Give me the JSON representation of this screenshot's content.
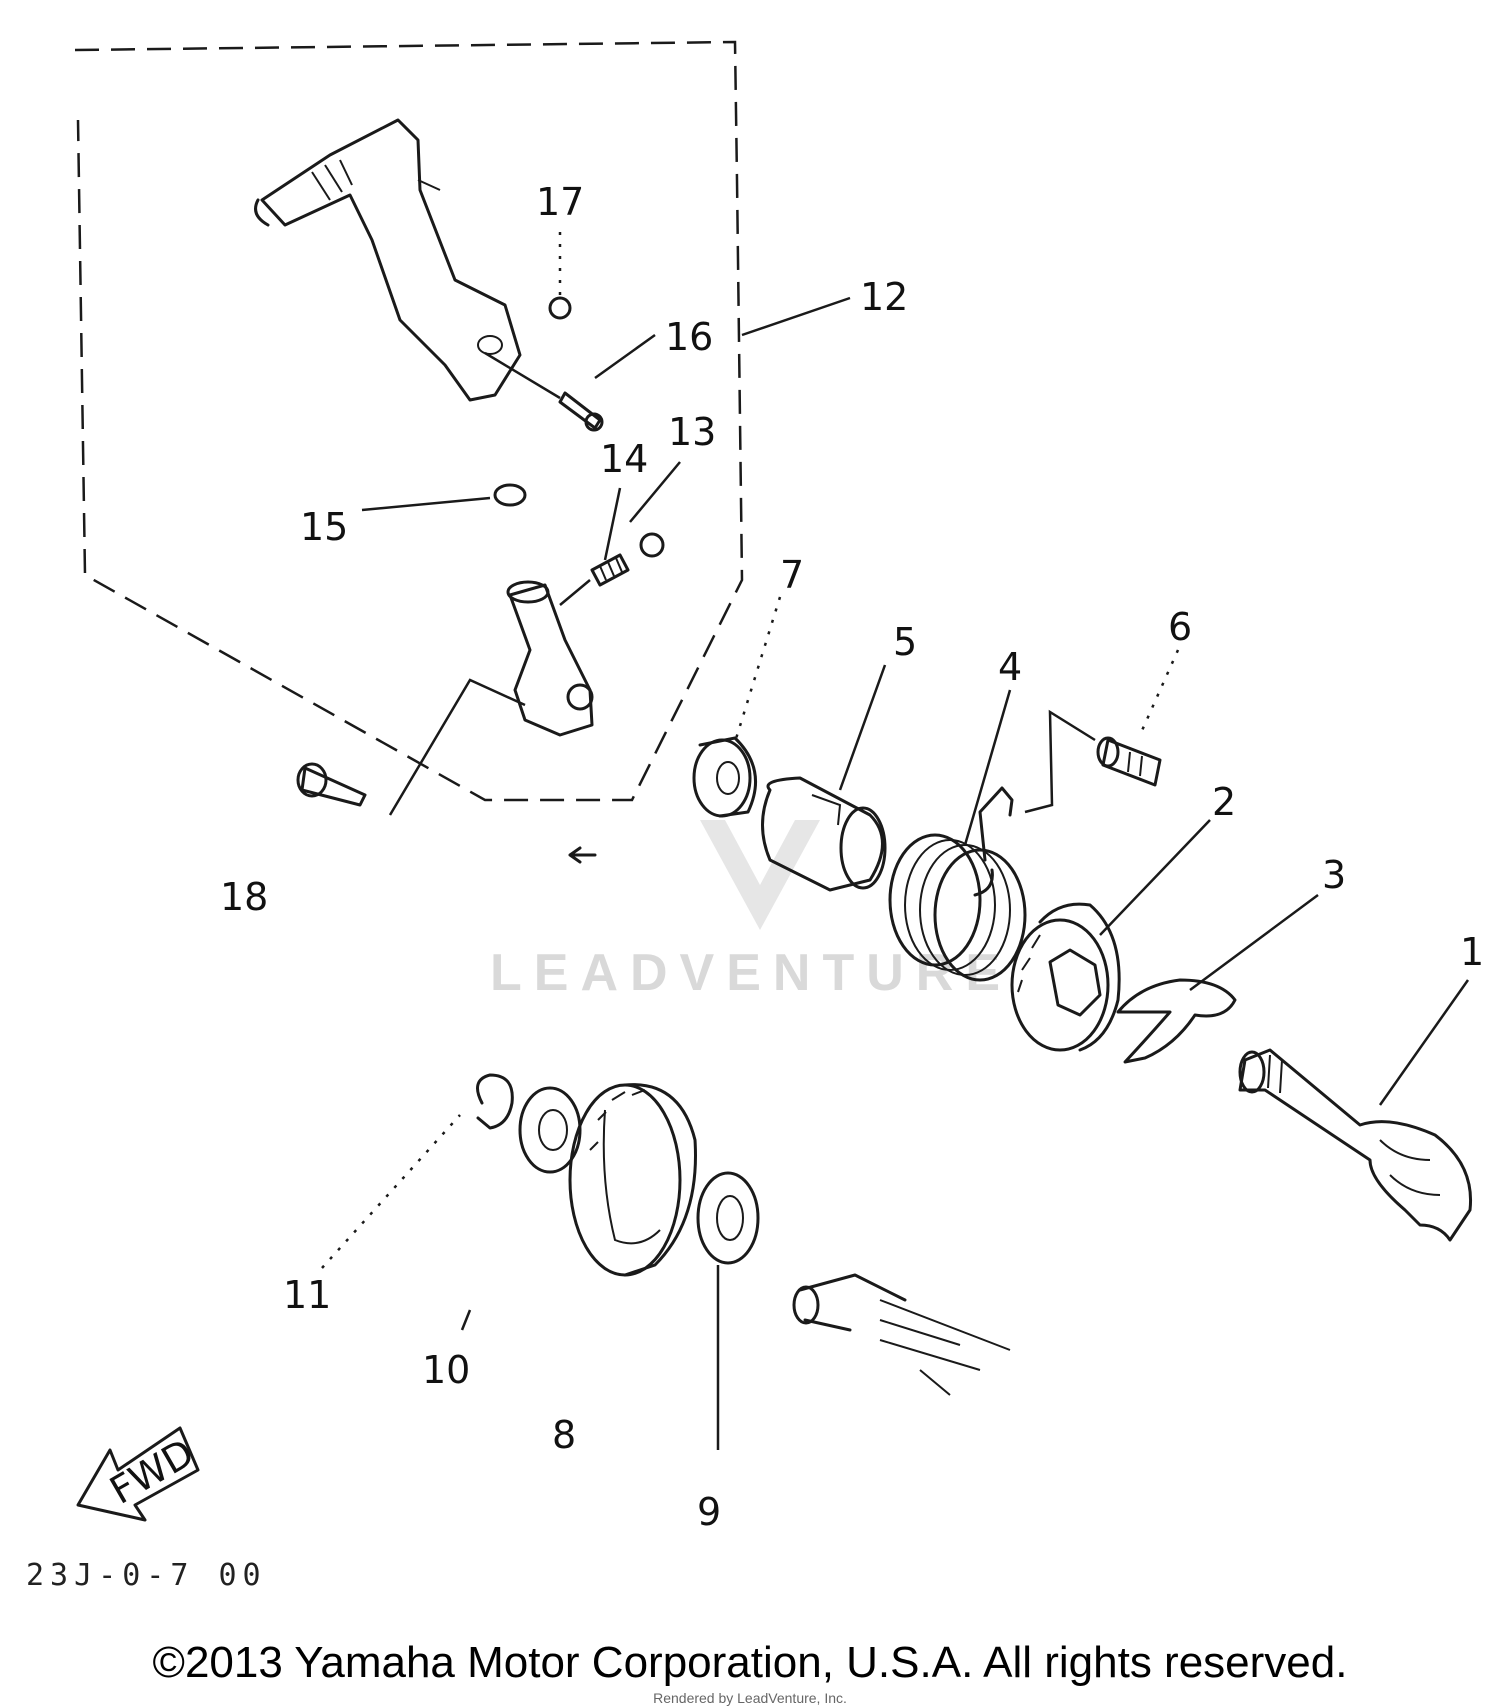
{
  "diagram": {
    "callouts": {
      "c1": "1",
      "c2": "2",
      "c3": "3",
      "c4": "4",
      "c5": "5",
      "c6": "6",
      "c7": "7",
      "c8": "8",
      "c9": "9",
      "c10": "10",
      "c11": "11",
      "c12": "12",
      "c13": "13",
      "c14": "14",
      "c15": "15",
      "c16": "16",
      "c17": "17",
      "c18": "18"
    },
    "fwd_label": "FWD",
    "diagram_code": "23J-0-7 00",
    "watermark": "LEADVENTURE"
  },
  "footer": {
    "copyright": "©2013 Yamaha Motor Corporation, U.S.A. All rights reserved.",
    "rendered_by": "Rendered by LeadVenture, Inc."
  }
}
